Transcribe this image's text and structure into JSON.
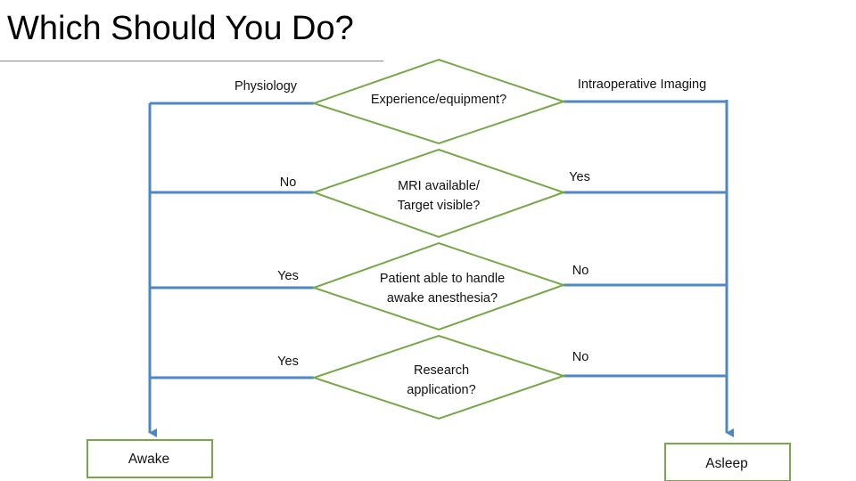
{
  "title": "Which Should You Do?",
  "colors": {
    "diamond_stroke": "#77a846",
    "arrow": "#4f87c4",
    "box_stroke": "#77a846"
  },
  "decisions": [
    {
      "line1": "Experience/equipment?",
      "line2": "",
      "left": "Physiology",
      "right": "Intraoperative Imaging"
    },
    {
      "line1": "MRI available/",
      "line2": "Target visible?",
      "left": "No",
      "right": "Yes"
    },
    {
      "line1": "Patient able to handle",
      "line2": "awake anesthesia?",
      "left": "Yes",
      "right": "No"
    },
    {
      "line1": "Research",
      "line2": "application?",
      "left": "Yes",
      "right": "No"
    }
  ],
  "outcomes": {
    "left": "Awake",
    "right": "Asleep"
  }
}
